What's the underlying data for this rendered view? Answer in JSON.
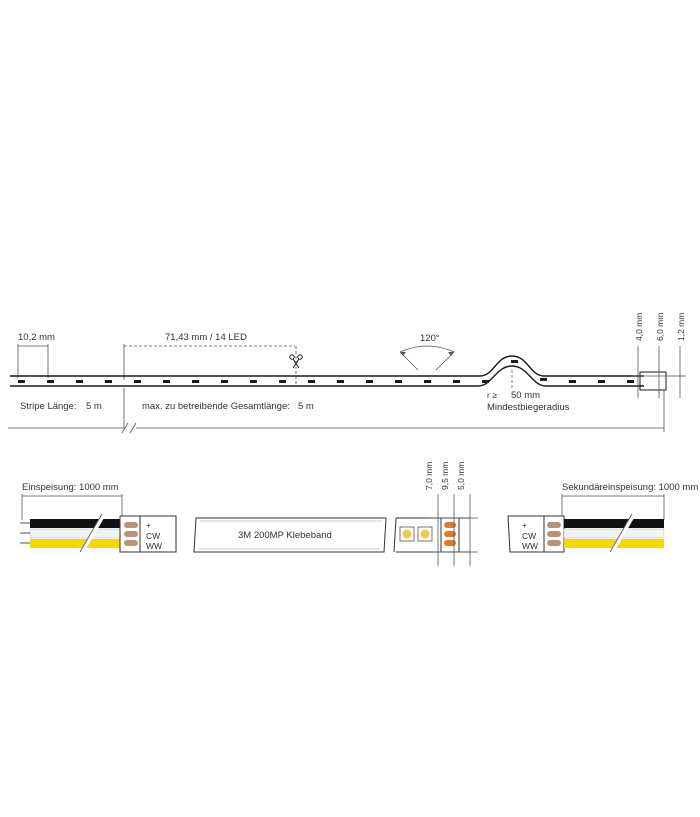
{
  "top": {
    "pitch_label": "10,2 mm",
    "segment_label": "71,43 mm / 14 LED",
    "angle_label": "120°",
    "stripe_length_label": "Stripe Länge:",
    "stripe_length_value": "5 m",
    "max_length_label": "max. zu betreibende Gesamtlänge:",
    "max_length_value": "5 m",
    "radius_symbol": "r ≥",
    "radius_value": "50 mm",
    "radius_label": "Mindestbiegeradius",
    "dim_40": "4,0 mm",
    "dim_60": "6,0 mm",
    "dim_12": "1,2 mm"
  },
  "bottom": {
    "feed_label": "Einspeisung: 1000 mm",
    "secondary_feed_label": "Sekundäreinspeisung: 1000 mm",
    "plus_sign": "+",
    "cw_label": "CW",
    "ww_label": "WW",
    "tape_label": "3M 200MP Klebeband",
    "dim_70": "7,0 mm",
    "dim_95": "9,5 mm",
    "dim_50": "5,0 mm"
  },
  "colors": {
    "line": "#1a1a1a",
    "wire_black": "#111111",
    "wire_white": "#f2f2f2",
    "wire_yellow": "#f5d800",
    "pad_copper": "#b8937a",
    "led_chip": "#f2c94c",
    "cut_pad": "#e0792a"
  }
}
